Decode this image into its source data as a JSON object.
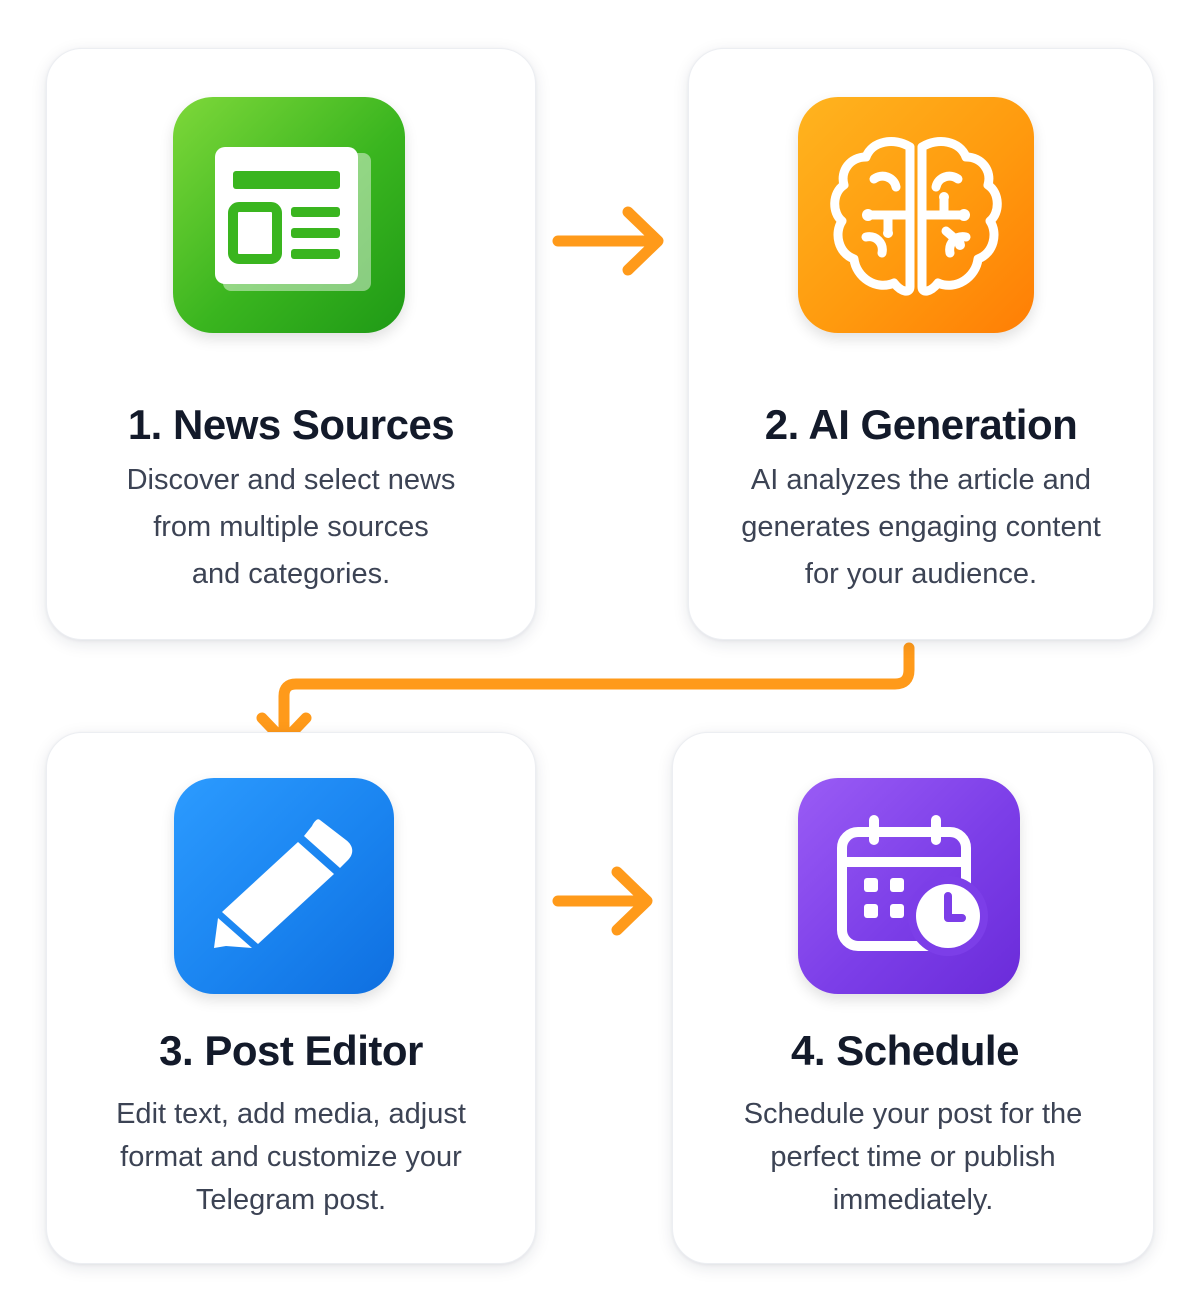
{
  "colors": {
    "arrow": "#FF9A1A",
    "title": "#131A2A",
    "description": "#3C4354",
    "step1_tile": "#3AB51F",
    "step2_tile": "#FF9A0E",
    "step3_tile": "#1A84F0",
    "step4_tile": "#7C3EE8"
  },
  "steps": [
    {
      "icon": "newspaper-icon",
      "title": "1. News Sources",
      "description_lines": [
        "Discover and select news",
        "from multiple sources",
        "and categories."
      ]
    },
    {
      "icon": "brain-circuit-icon",
      "title": "2. AI Generation",
      "description_lines": [
        "AI analyzes the article and",
        "generates engaging content",
        "for your audience."
      ]
    },
    {
      "icon": "pencil-icon",
      "title": "3. Post Editor",
      "description_lines": [
        "Edit text, add media, adjust",
        "format and customize your",
        "Telegram post."
      ]
    },
    {
      "icon": "calendar-clock-icon",
      "title": "4. Schedule",
      "description_lines": [
        "Schedule your post for the",
        "perfect time or publish",
        "immediately."
      ]
    }
  ],
  "connectors": [
    {
      "from": "1. News Sources",
      "to": "2. AI Generation",
      "icon": "arrow-right-icon"
    },
    {
      "from": "2. AI Generation",
      "to": "3. Post Editor",
      "icon": "elbow-arrow-down-icon"
    },
    {
      "from": "3. Post Editor",
      "to": "4. Schedule",
      "icon": "arrow-right-icon"
    }
  ]
}
